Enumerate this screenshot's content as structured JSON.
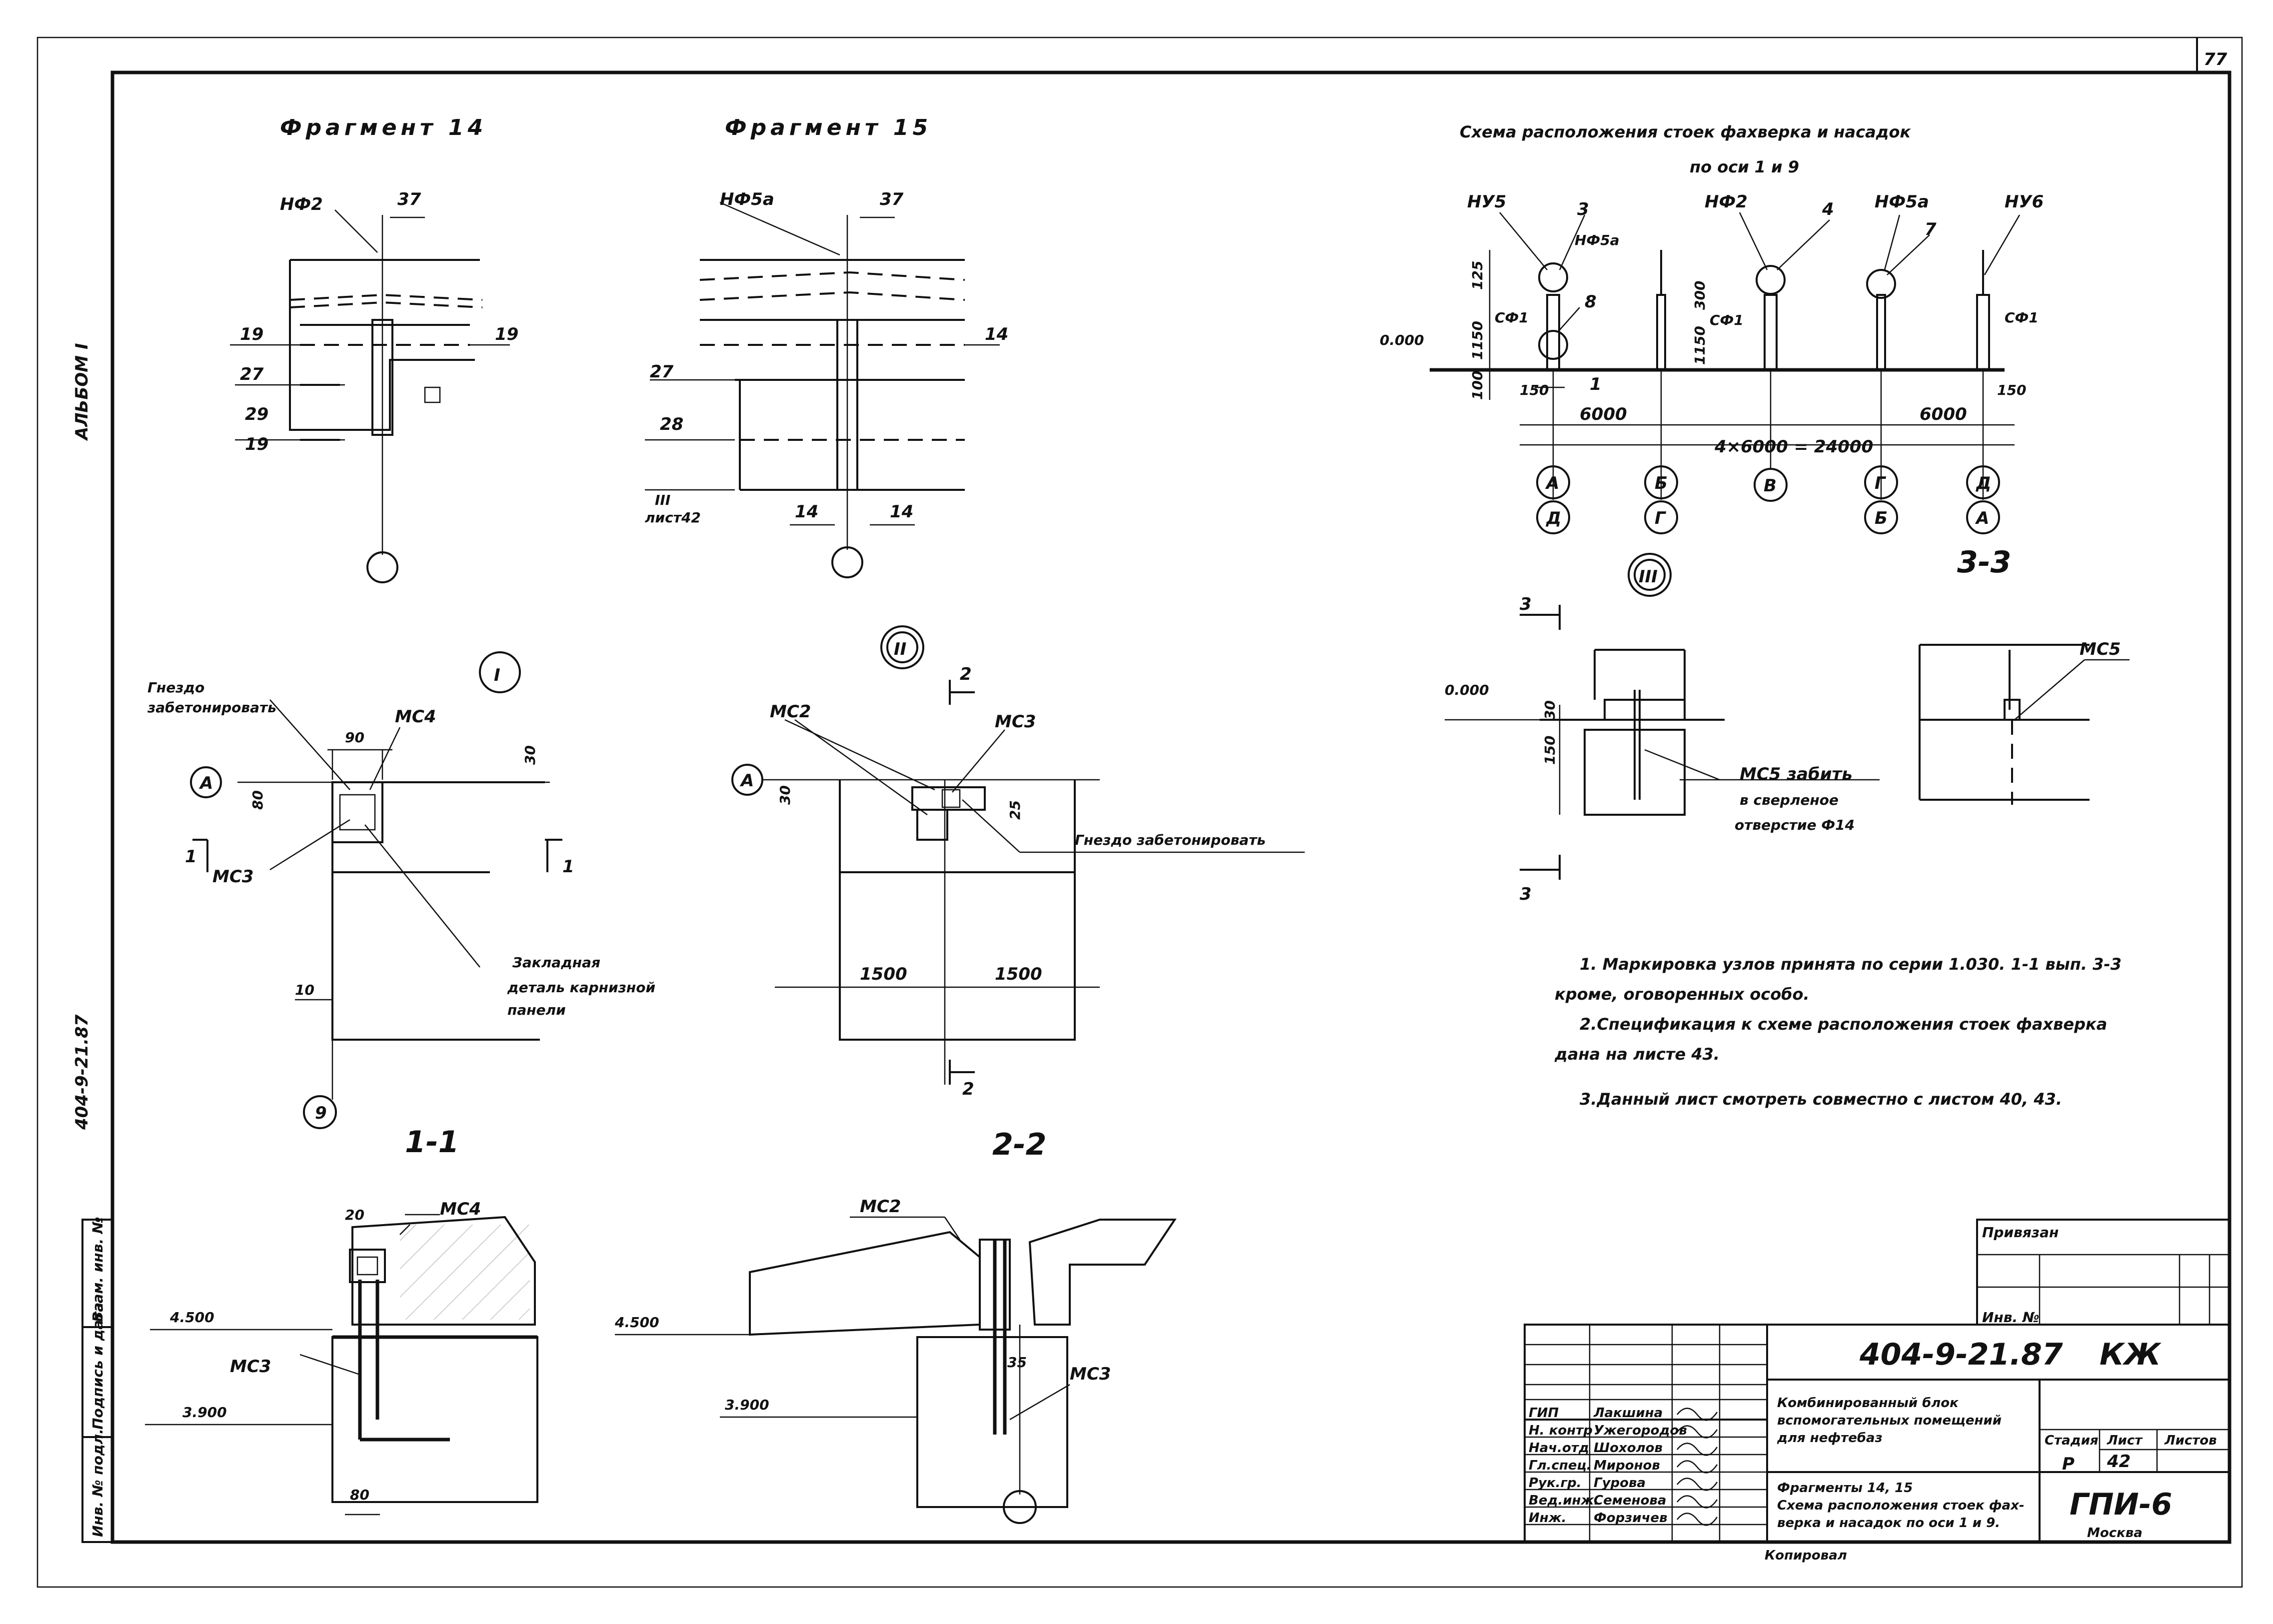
{
  "sheet": {
    "page_number": "77",
    "album": "АЛЬБОМ I",
    "vertical_code": "404-9-21.87"
  },
  "fragments": {
    "f14_title": "Фрагмент 14",
    "f15_title": "Фрагмент 15",
    "f14_labels": {
      "nf2": "НФ2",
      "n37": "37",
      "n19a": "19",
      "n19b": "19",
      "n27": "27",
      "n29": "29",
      "n19c": "19"
    },
    "f15_labels": {
      "nf5a": "НФ5а",
      "n37": "37",
      "n14a": "14",
      "n27": "27",
      "n28": "28",
      "sheet_ref": "III",
      "list42": "лист42",
      "n14b": "14",
      "n14c": "14"
    }
  },
  "scheme": {
    "title_line1": "Схема   расположения   стоек   фахверка  и  насадок",
    "title_line2": "по оси 1 и 9",
    "labels": {
      "nu5": "НУ5",
      "c3": "3",
      "nf5a_1": "НФ5а",
      "nf2": "НФ2",
      "c4": "4",
      "nf5a_2": "НФ5а",
      "c7": "7",
      "nu6": "НУ6",
      "sf1_a": "СФ1",
      "c8": "8",
      "sf1_b": "СФ1",
      "sf1_c": "СФ1",
      "level": "0.000",
      "d1": "1",
      "dim150_a": "150",
      "dim150_b": "150",
      "dim6000_a": "6000",
      "dim24000": "4×6000 = 24000",
      "dim6000_b": "6000",
      "v125": "125",
      "v1150": "1150",
      "v100": "100",
      "v300": "300",
      "v1150b": "1150"
    },
    "axes_top": [
      "А",
      "Б",
      "В",
      "Г",
      "Д"
    ],
    "axes_bottom": [
      "Д",
      "Г",
      "",
      "Б",
      "А"
    ]
  },
  "node1": {
    "circle": "I",
    "gnezdo1": "Гнездо",
    "gnezdo2": "забетонировать",
    "mc4": "МС4",
    "d90": "90",
    "d30": "30",
    "d80": "80",
    "axis": "А",
    "sec": "1",
    "mc3": "МС3",
    "zakl1": "Закладная",
    "zakl2": "деталь карнизной",
    "zakl3": "панели",
    "d10": "10",
    "axis9": "9"
  },
  "node2": {
    "circle": "II",
    "sec": "2",
    "mc2": "МС2",
    "mc3": "МС3",
    "axis": "А",
    "d30": "30",
    "d25": "25",
    "gnezdo": "Гнездо забетонировать",
    "d1500a": "1500",
    "d1500b": "1500"
  },
  "node3": {
    "circle": "III",
    "sec": "3",
    "level": "0.000",
    "d30": "30",
    "d150": "150",
    "mc5_1": "МС5 забить",
    "mc5_2": "в сверленое",
    "mc5_3": "отверстие Ф14"
  },
  "section33": {
    "title": "3-3",
    "mc5": "МС5"
  },
  "section11": {
    "title": "1-1",
    "d20": "20",
    "mc4": "МС4",
    "lvl1": "4.500",
    "mc3": "МС3",
    "lvl2": "3.900",
    "d80": "80"
  },
  "section22": {
    "title": "2-2",
    "mc2": "МС2",
    "lvl1": "4.500",
    "mc3": "МС3",
    "lvl2": "3.900",
    "d35": "35"
  },
  "notes": [
    "1. Маркировка узлов принята  по серии 1.030. 1-1  вып. 3-3",
    "кроме, оговоренных    особо.",
    "2.Спецификация  к схеме  расположения стоек фахверка",
    "дана  на   листе 43.",
    "3.Данный  лист смотреть    совместно   с листом 40, 43."
  ],
  "binding": {
    "title": "Привязан",
    "inv": "Инв. №"
  },
  "titleblock": {
    "code": "404-9-21.87",
    "mark": "КЖ",
    "project1": "Комбинированный блок",
    "project2": "вспомогательных помещений",
    "project3": "для нефтебаз",
    "stage_h": "Стадия",
    "sheet_h": "Лист",
    "sheets_h": "Листов",
    "stage": "Р",
    "sheet": "42",
    "drawing1": "Фрагменты 14, 15",
    "drawing2": "Схема расположения стоек фах-",
    "drawing3": "верка и насадок по оси 1 и 9.",
    "org": "ГПИ-6",
    "city": "Москва",
    "copied": "Копировал",
    "roles": [
      "ГИП",
      "Н. контр",
      "Нач.отд",
      "Гл.спец.",
      "Рук.гр.",
      "Вед.инж.",
      "Инж."
    ],
    "names": [
      "Лакшина",
      "Ужегородов",
      "Шохолов",
      "Миронов",
      "Гурова",
      "Семенова",
      "Форзичев"
    ]
  },
  "leftstrip": {
    "a": "Инв. № подл.",
    "b": "Подпись и дата",
    "c": "Взам. инв. №"
  }
}
